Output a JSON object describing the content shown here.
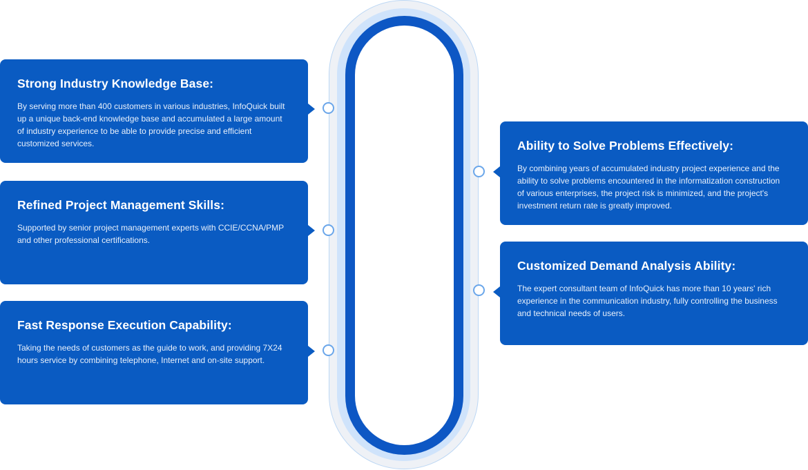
{
  "capabilities": {
    "left": [
      {
        "title": "Strong Industry Knowledge Base:",
        "description": "By serving more than 400 customers in various industries, InfoQuick built up a unique back-end knowledge base and accumulated a large amount of industry experience to be able to provide precise and efficient customized services."
      },
      {
        "title": "Refined Project Management Skills:",
        "description": "Supported by senior project management experts with CCIE/CCNA/PMP and other professional certifications."
      },
      {
        "title": "Fast Response Execution Capability:",
        "description": "Taking the needs of customers as the guide to work, and providing 7X24 hours service by combining telephone, Internet and on-site support."
      }
    ],
    "right": [
      {
        "title": "Ability to Solve Problems Effectively:",
        "description": "By combining years of accumulated industry project experience and the ability to solve problems encountered in the informatization construction of various enterprises, the project risk is minimized, and the project's investment return rate is greatly improved."
      },
      {
        "title": "Customized Demand Analysis Ability:",
        "description": "The expert consultant team of InfoQuick has more than 10 years' rich experience in the communication industry, fully controlling the business and technical needs of users."
      }
    ]
  },
  "colors": {
    "card_background": "#0a5bc2",
    "capsule_border": "#0d57c4",
    "capsule_glow": "#cfe3fb",
    "dot_border": "#6aa6ea"
  }
}
